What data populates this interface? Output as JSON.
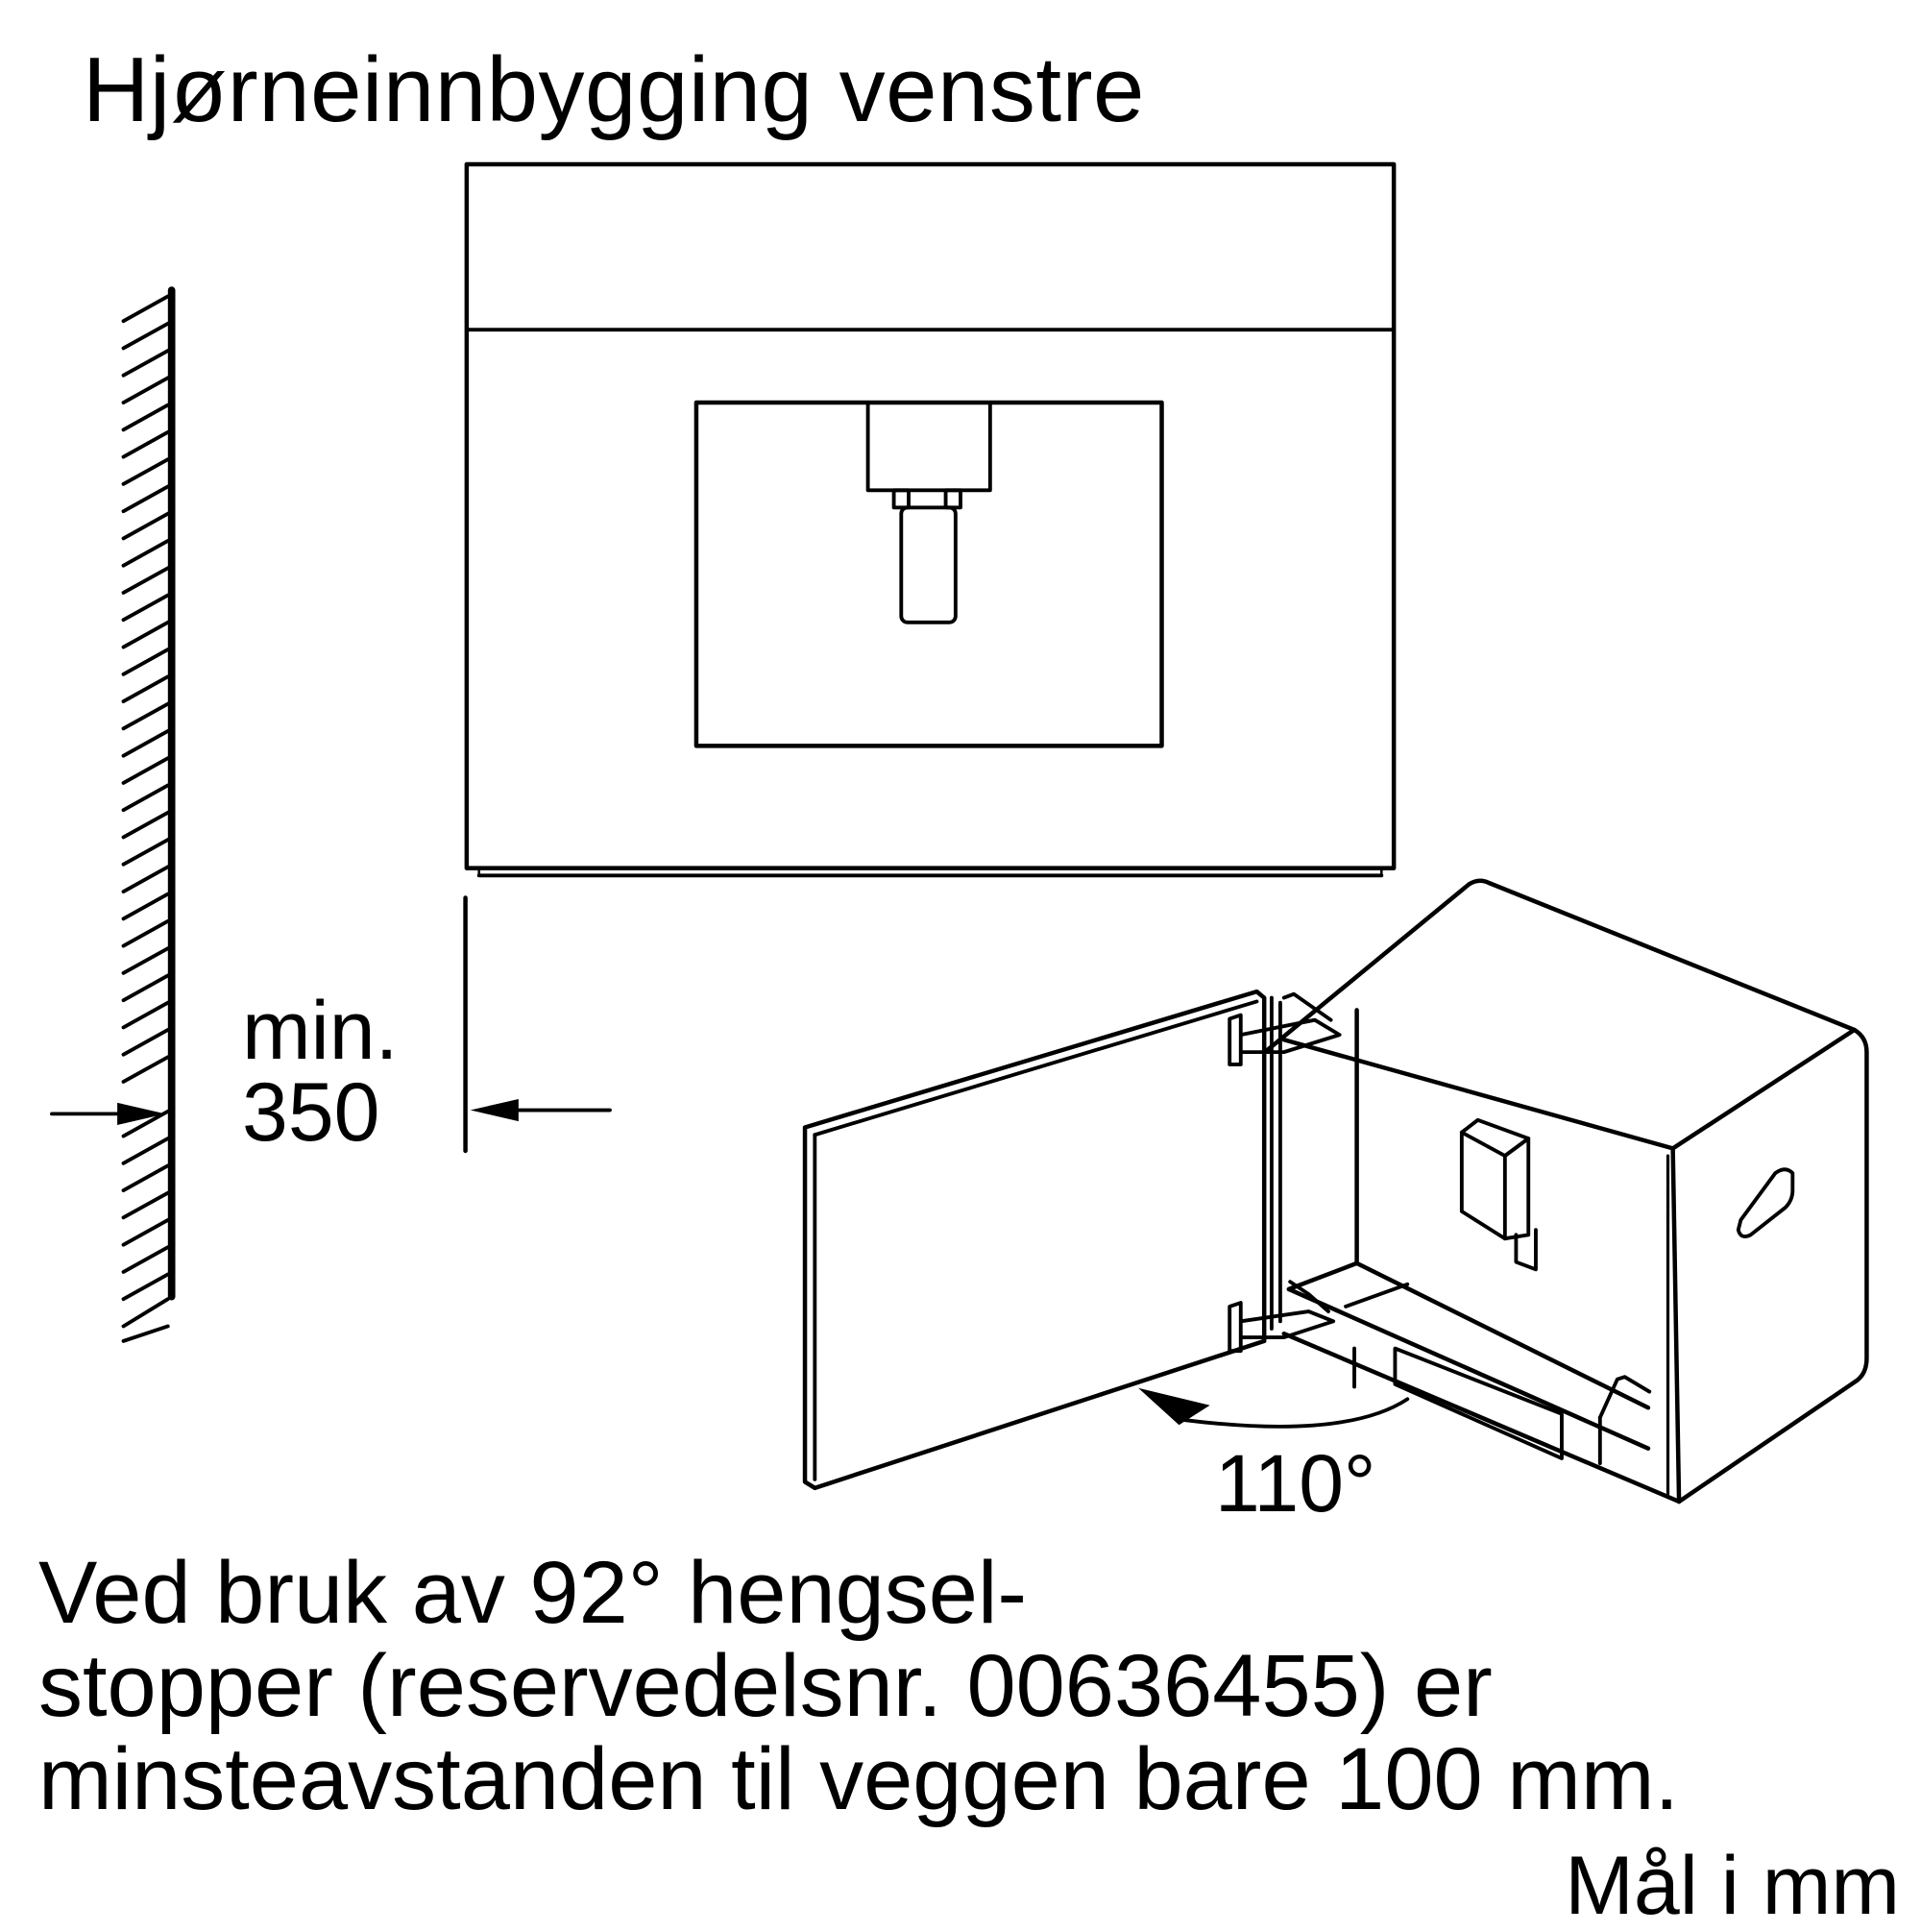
{
  "diagram": {
    "title": "Hjørneinnbygging venstre",
    "dimension": {
      "label": "min.",
      "value": "350"
    },
    "door_opening_angle": "110°",
    "note_lines": [
      "Ved bruk av 92° hengsel-",
      "stopper (reservedelsnr. 00636455) er",
      "minsteavstanden til veggen bare 100 mm."
    ],
    "units_label": "Mål i mm",
    "colors": {
      "line": "#000000",
      "background": "#ffffff"
    }
  }
}
